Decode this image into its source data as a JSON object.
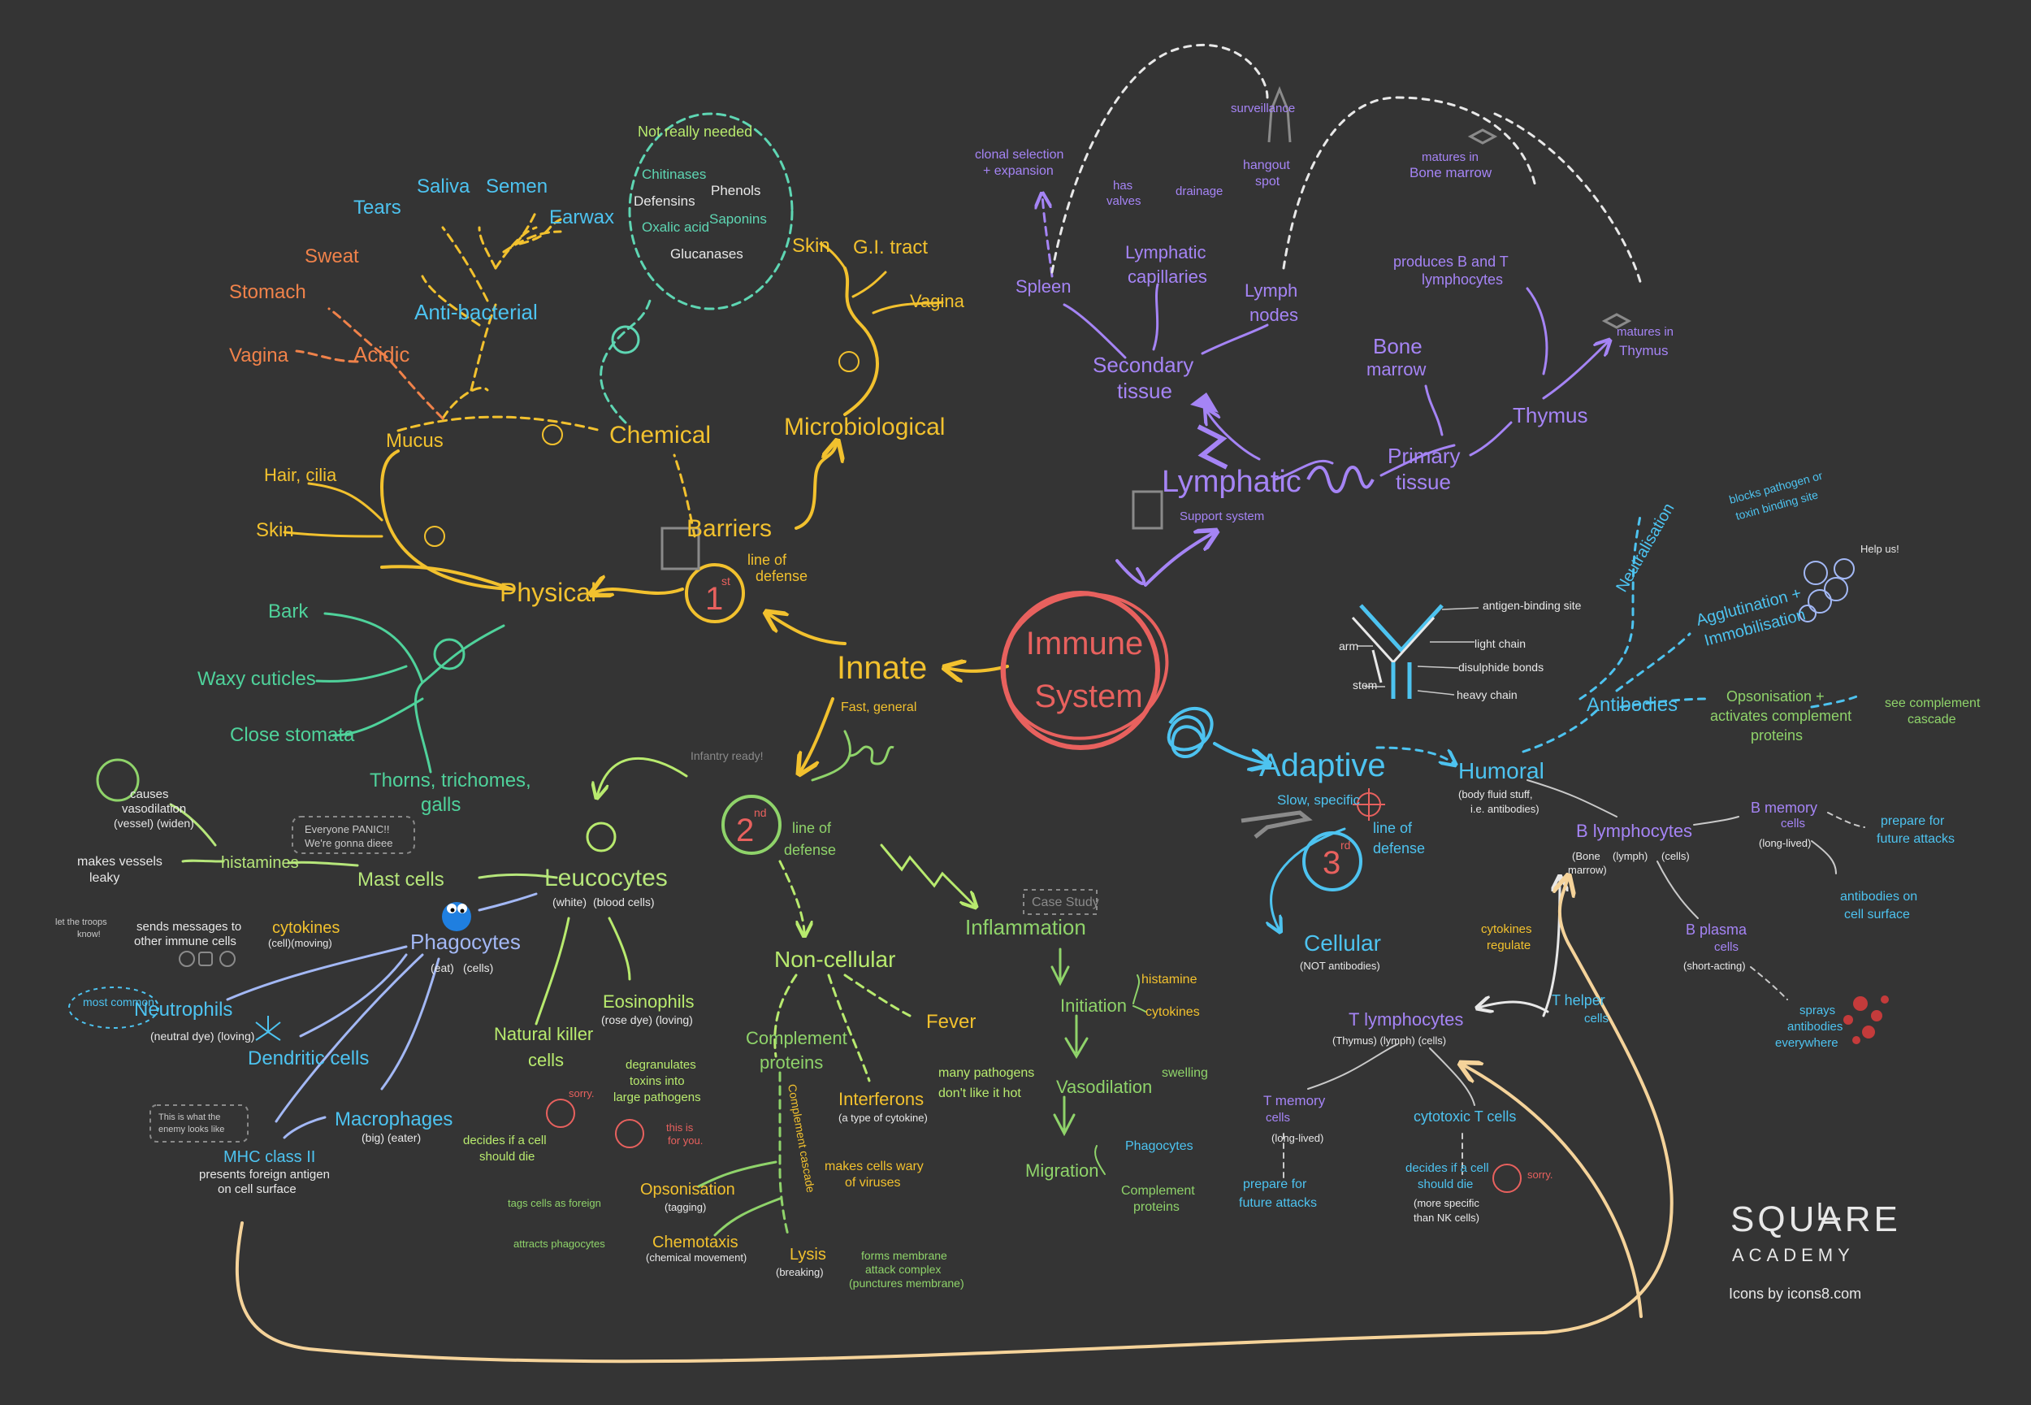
{
  "colors": {
    "background": "#343434",
    "center": "#e8615e",
    "innate": "#f2c12e",
    "barrier_orange": "#f0824a",
    "plant_green": "#4fd29b",
    "chemical_teal": "#5ed6b3",
    "leuco": "#b8ea6e",
    "phago": "#a3b8f5",
    "complement": "#8fd36a",
    "mast": "#b6e67a",
    "lymphatic": "#a584f5",
    "adaptive": "#4dc3f0",
    "b_cells": "#a584f5",
    "red": "#e8615e",
    "loop": "#f5d39a",
    "white": "#e8e8e8",
    "gray": "#c9c9c9"
  },
  "brand": {
    "logo": "SQUARE",
    "academy": "ACADEMY",
    "credit": "Icons by icons8.com"
  },
  "labels": {
    "immune": "Immune",
    "system": "System",
    "innate": "Innate",
    "innate_sub": "Fast, general",
    "barriers": "Barriers",
    "first_num": "1",
    "first_sup": "st",
    "first_line": "line of",
    "first_defense": "defense",
    "physical": "Physical",
    "chemical": "Chemical",
    "microbiological": "Microbiological",
    "skin": "Skin",
    "hair": "Hair, cilia",
    "mucus": "Mucus",
    "acidic": "Acidic",
    "anti_bacterial": "Anti-bacterial",
    "stomach": "Stomach",
    "vagina_left": "Vagina",
    "sweat": "Sweat",
    "tears": "Tears",
    "saliva": "Saliva",
    "semen": "Semen",
    "earwax": "Earwax",
    "not_needed": "Not really needed",
    "chitinases": "Chitinases",
    "defensins": "Defensins",
    "phenols": "Phenols",
    "oxalic": "Oxalic acid",
    "saponins": "Saponins",
    "glucanases": "Glucanases",
    "micro_skin": "Skin",
    "gi_tract": "G.I. tract",
    "micro_vagina": "Vagina",
    "bark": "Bark",
    "waxy": "Waxy cuticles",
    "stomata": "Close stomata",
    "thorns1": "Thorns, trichomes,",
    "thorns2": "galls",
    "infantry": "Infantry ready!",
    "second_num": "2",
    "second_sup": "nd",
    "second_line": "line of",
    "second_defense": "defense",
    "leucocytes": "Leucocytes",
    "leuco_white": "(white)",
    "leuco_blood": "(blood cells)",
    "mast_cells": "Mast cells",
    "histamines": "histamines",
    "everyone1": "Everyone PANIC!!",
    "everyone2": "We're gonna dieee",
    "causes1": "causes",
    "causes2": "vasodilation",
    "causes3": "(vessel) (widen)",
    "leaky1": "makes vessels",
    "leaky2": "leaky",
    "phagocytes": "Phagocytes",
    "phago_eat": "(eat)",
    "phago_cells": "(cells)",
    "cytokines": "cytokines",
    "cyto_sub": "(cell)(moving)",
    "sends1": "sends messages to",
    "sends2": "other immune cells",
    "troops1": "let the troops",
    "troops2": "know!",
    "neutrophils": "Neutrophils",
    "neutro_sub": "(neutral dye) (loving)",
    "most_common": "most common",
    "dendritic": "Dendritic cells",
    "macrophages": "Macrophages",
    "macro_sub": "(big)    (eater)",
    "mhc": "MHC class II",
    "mhc2": "presents foreign antigen",
    "mhc3": "on cell surface",
    "enemy1": "This is what the",
    "enemy2": "enemy looks like",
    "nk1": "Natural killer",
    "nk2": "cells",
    "nk_decides1": "decides if a cell",
    "nk_decides2": "should die",
    "sorry": "sorry.",
    "eosinophils": "Eosinophils",
    "eosino_sub": "(rose dye) (loving)",
    "degran1": "degranulates",
    "degran2": "toxins into",
    "degran3": "large pathogens",
    "this_is1": "this is",
    "this_is2": "for you.",
    "noncellular": "Non-cellular",
    "complement1": "Complement",
    "complement2": "proteins",
    "comp_cascade": "Complement cascade",
    "opsonisation": "Opsonisation",
    "opso_sub": "(tagging)",
    "tags": "tags cells as foreign",
    "chemotaxis": "Chemotaxis",
    "chemo_sub": "(chemical movement)",
    "attracts": "attracts phagocytes",
    "lysis": "Lysis",
    "lysis_sub": "(breaking)",
    "forms1": "forms membrane",
    "forms2": "attack complex",
    "forms3": "(punctures membrane)",
    "interferons": "Interferons",
    "inter_sub": "(a type of cytokine)",
    "wary1": "makes cells wary",
    "wary2": "of viruses",
    "fever": "Fever",
    "fever1": "many pathogens",
    "fever2": "don't like it hot",
    "case_study": "Case Study",
    "inflammation": "Inflammation",
    "initiation": "Initiation",
    "histamine": "histamine",
    "infl_cytokines": "cytokines",
    "vasodilation": "Vasodilation",
    "swelling": "swelling",
    "migration": "Migration",
    "mig_phago": "Phagocytes",
    "mig_comp1": "Complement",
    "mig_comp2": "proteins",
    "lymphatic": "Lymphatic",
    "lymph_sub": "Support system",
    "secondary1": "Secondary",
    "secondary2": "tissue",
    "primary1": "Primary",
    "primary2": "tissue",
    "spleen": "Spleen",
    "clonal1": "clonal selection",
    "clonal2": "+ expansion",
    "capillaries1": "Lymphatic",
    "capillaries2": "capillaries",
    "valves1": "has",
    "valves2": "valves",
    "drainage": "drainage",
    "nodes1": "Lymph",
    "nodes2": "nodes",
    "surveillance": "surveillance",
    "hangout1": "hangout",
    "hangout2": "spot",
    "bone1": "Bone",
    "bone2": "marrow",
    "produces1": "produces B and T",
    "produces2": "lymphocytes",
    "matures_b1": "matures in",
    "matures_b2": "Bone marrow",
    "thymus": "Thymus",
    "matures_t1": "matures in",
    "matures_t2": "Thymus",
    "adaptive": "Adaptive",
    "adaptive_sub": "Slow, specific",
    "third_num": "3",
    "third_sup": "rd",
    "third_line": "line of",
    "third_defense": "defense",
    "humoral": "Humoral",
    "humoral1": "(body fluid stuff,",
    "humoral2": "i.e. antibodies)",
    "antibodies": "Antibodies",
    "antigen_site": "antigen-binding site",
    "light_chain": "light chain",
    "disulphide": "disulphide bonds",
    "heavy_chain": "heavy chain",
    "arm": "arm",
    "stem": "stem",
    "neutralisation": "Neutralisation",
    "blocks1": "blocks pathogen or",
    "blocks2": "toxin binding site",
    "agglutination1": "Agglutination +",
    "agglutination2": "Immobilisation",
    "help_us": "Help us!",
    "opso1": "Opsonisation +",
    "opso2": "activates complement",
    "opso3": "proteins",
    "see1": "see complement",
    "see2": "cascade",
    "b_lymph": "B lymphocytes",
    "b_sub1": "(Bone",
    "b_sub2": "marrow)",
    "b_sub3": "(lymph)",
    "b_sub4": "(cells)",
    "b_memory1": "B memory",
    "b_memory2": "cells",
    "b_long": "(long-lived)",
    "prepare1": "prepare for",
    "prepare2": "future attacks",
    "ab_on1": "antibodies on",
    "ab_on2": "cell surface",
    "plasma1": "B plasma",
    "plasma2": "cells",
    "plasma3": "(short-acting)",
    "sprays1": "sprays",
    "sprays2": "antibodies",
    "sprays3": "everywhere",
    "cellular": "Cellular",
    "cellular_sub": "(NOT antibodies)",
    "t_lymph": "T lymphocytes",
    "t_sub": "(Thymus) (lymph) (cells)",
    "cyto_reg1": "cytokines",
    "cyto_reg2": "regulate",
    "t_helper1": "T helper",
    "t_helper2": "cells",
    "t_memory1": "T memory",
    "t_memory2": "cells",
    "t_long": "(long-lived)",
    "t_prepare1": "prepare for",
    "t_prepare2": "future attacks",
    "cytotoxic": "cytotoxic T cells",
    "tc1": "decides if a cell",
    "tc2": "should die",
    "tc3": "(more specific",
    "tc4": "than NK cells)",
    "t_sorry": "sorry."
  }
}
